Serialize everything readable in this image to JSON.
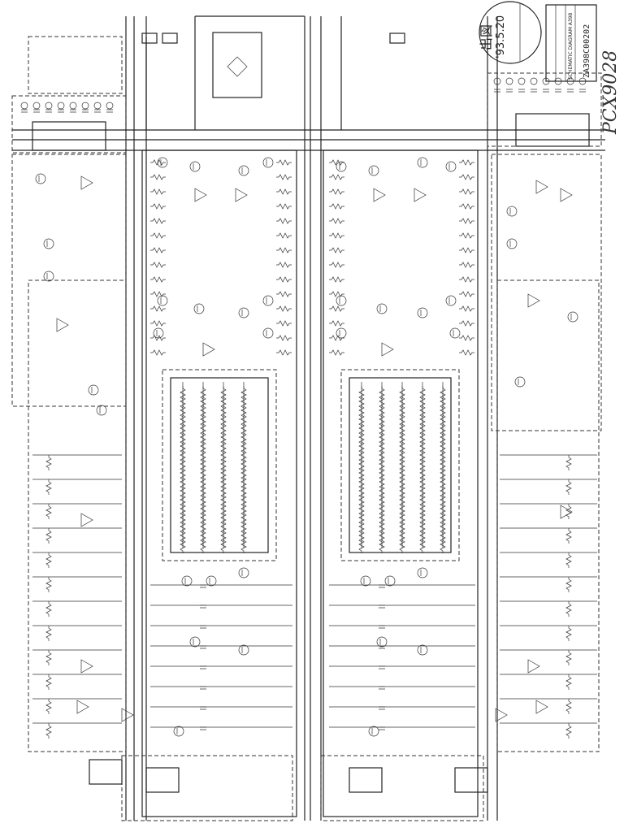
{
  "stamp": {
    "date": "'93.5.20"
  },
  "title_block": {
    "title": "SCHEMATIC DIAGRAM A398",
    "document_number": "ZA398C00202"
  },
  "handwritten_note": "PCX9028",
  "colors": {
    "ink": "#222222",
    "paper": "#ffffff"
  }
}
